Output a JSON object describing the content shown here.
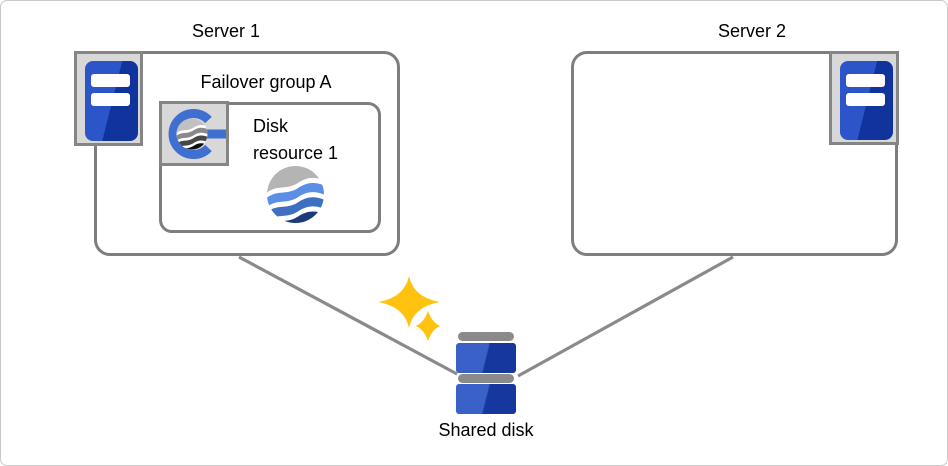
{
  "server1": {
    "label": "Server 1",
    "icon": "server-tower-icon"
  },
  "server2": {
    "label": "Server 2",
    "icon": "server-tower-icon"
  },
  "failover_group": {
    "label": "Failover group A",
    "icon": "failover-group-icon"
  },
  "disk_resource": {
    "label": "Disk resource 1",
    "icon": "disk-resource-globe-icon"
  },
  "shared_disk": {
    "label": "Shared disk",
    "icon": "shared-disk-icon"
  },
  "decorations": {
    "sparkle": "sparkle-stars-icon"
  },
  "colors": {
    "box_border": "#7e7e7e",
    "icon_square_bg": "#d8d8d8",
    "icon_square_border": "#858585",
    "connector_gray": "#8a8a8a",
    "server_blue_light": "#2b55c8",
    "server_blue_dark": "#10339c",
    "disk_blue_light": "#3a61c8",
    "disk_blue_dark": "#16379e",
    "sparkle_gold": "#ffc20e",
    "group_ring_blue": "#3f6fd0",
    "globe_silver": "#b4b4b4",
    "globe_blue_light": "#5c8ee8",
    "globe_blue_mid": "#3f6fc1",
    "globe_navy": "#1b3a7a"
  }
}
